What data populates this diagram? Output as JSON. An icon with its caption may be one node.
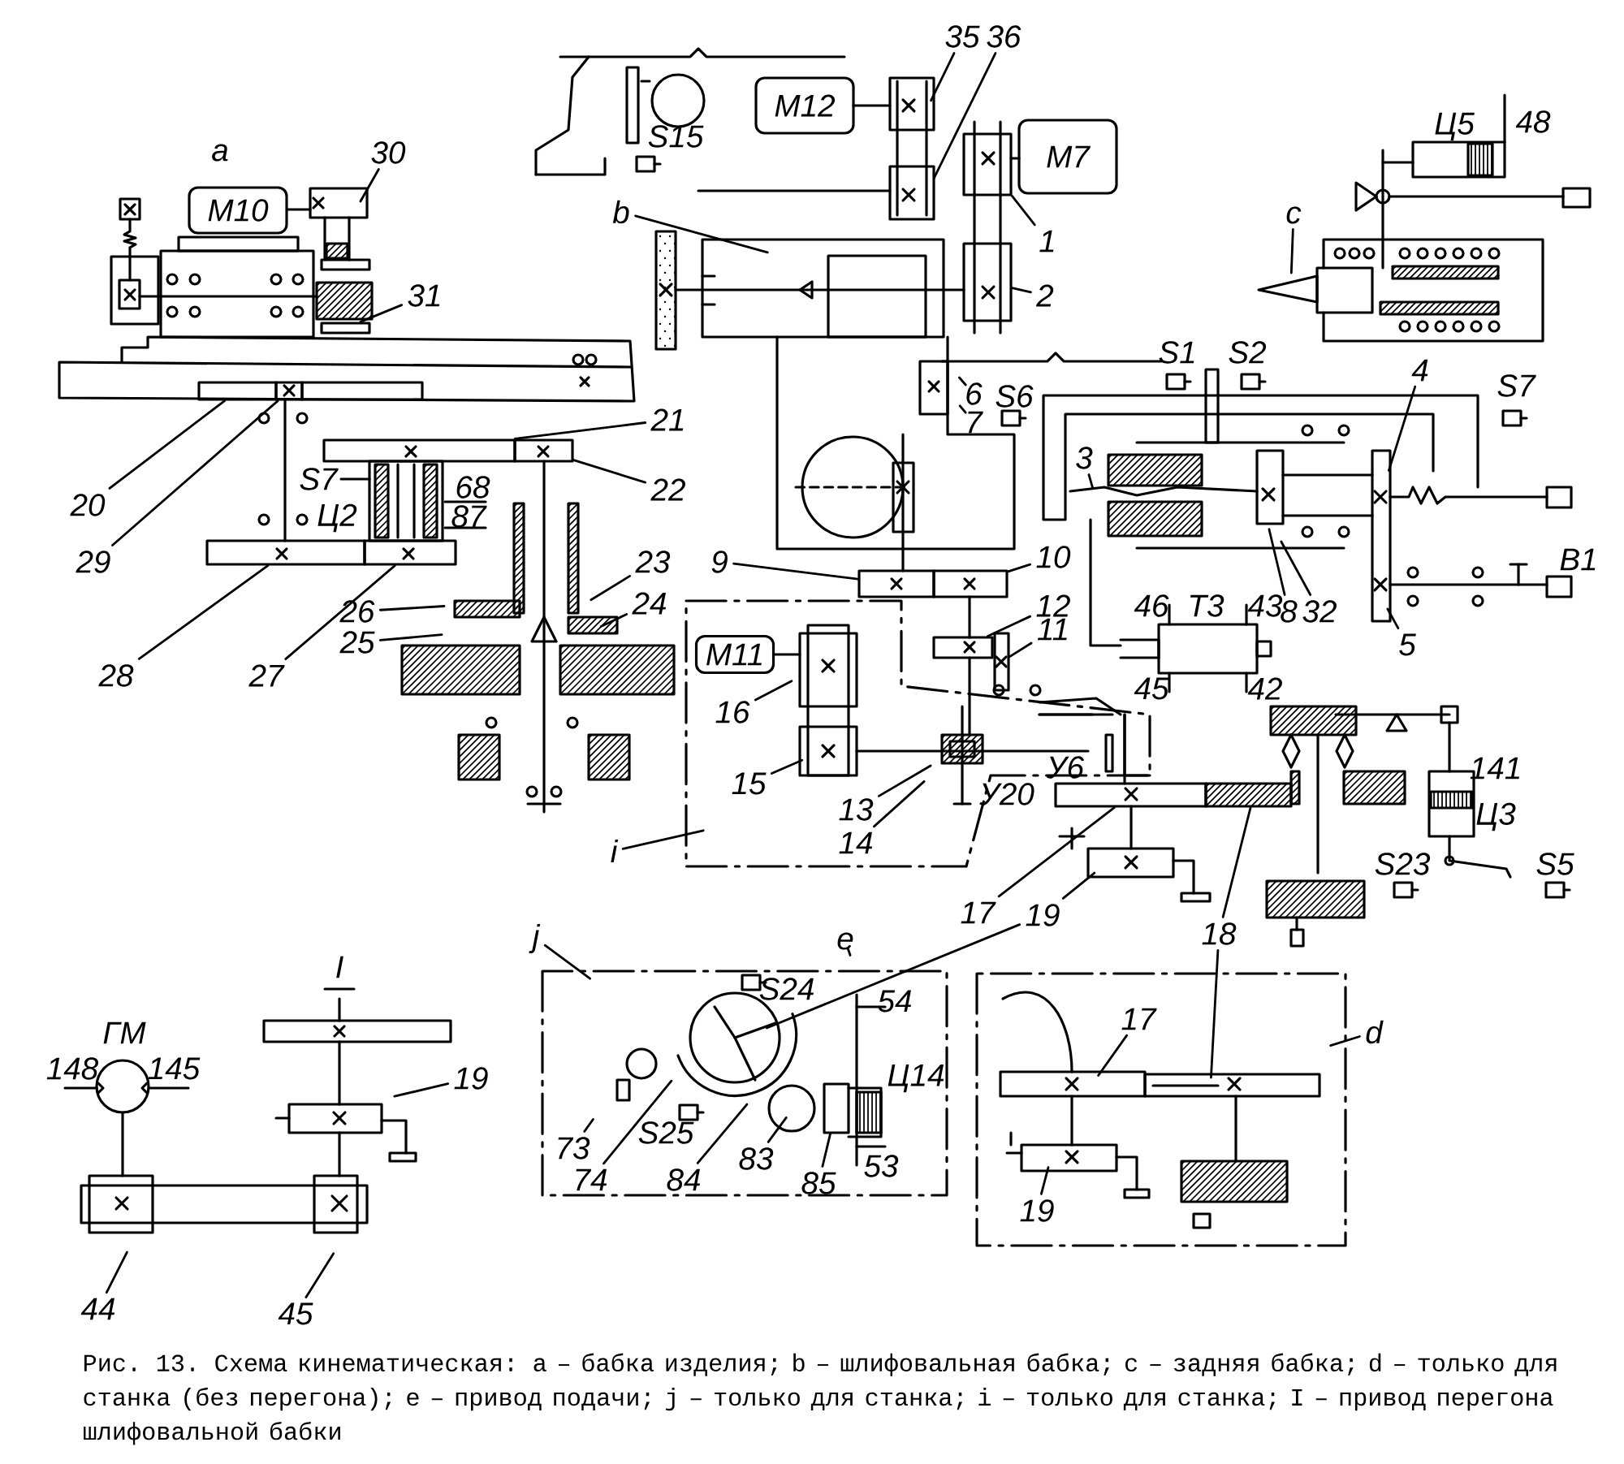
{
  "diagram": {
    "caption": "Рис. 13. Схема кинематическая: a – бабка изделия; b – шлифовальная бабка; c – задняя бабка; d – только для станка (без перегона); e – привод подачи; j – только для станка; i – только для станка; I – привод перегона шлифовальной бабки",
    "nodes": [
      {
        "text": [
          "M12"
        ]
      },
      {
        "text": [
          "M7"
        ]
      },
      {
        "text": [
          "M10"
        ],
        "beside": [
          "a"
        ]
      },
      {
        "text": [
          "M11"
        ]
      },
      {
        "text": [
          "T3"
        ]
      },
      {
        "text": [
          "ГМ"
        ]
      },
      {
        "text": [
          "35"
        ]
      },
      {
        "text": [
          "36"
        ]
      },
      {
        "text": [
          "1"
        ]
      },
      {
        "text": [
          "2"
        ]
      },
      {
        "text": [
          "b"
        ]
      },
      {
        "text": [
          "30"
        ]
      },
      {
        "text": [
          "31"
        ]
      },
      {
        "text": [
          "c"
        ]
      },
      {
        "text": [
          "6"
        ]
      },
      {
        "text": [
          "7"
        ]
      },
      {
        "text": [
          "4"
        ]
      },
      {
        "text": [
          "3"
        ]
      },
      {
        "text": [
          "21"
        ]
      },
      {
        "text": [
          "22"
        ]
      },
      {
        "text": [
          "20"
        ]
      },
      {
        "text": [
          "29"
        ]
      },
      {
        "text": [
          "23"
        ]
      },
      {
        "text": [
          "24"
        ]
      },
      {
        "text": [
          "26"
        ]
      },
      {
        "text": [
          "25"
        ]
      },
      {
        "text": [
          "28"
        ]
      },
      {
        "text": [
          "27"
        ]
      },
      {
        "text": [
          "9"
        ]
      },
      {
        "text": [
          "10"
        ]
      },
      {
        "text": [
          "12"
        ]
      },
      {
        "text": [
          "11"
        ]
      },
      {
        "text": [
          "8"
        ]
      },
      {
        "text": [
          "32"
        ]
      },
      {
        "text": [
          "5"
        ]
      },
      {
        "text": [
          "16"
        ]
      },
      {
        "text": [
          "15"
        ]
      },
      {
        "text": [
          "13"
        ]
      },
      {
        "text": [
          "14"
        ]
      },
      {
        "text": [
          "i"
        ]
      },
      {
        "text": [
          "17"
        ]
      },
      {
        "text": [
          "19"
        ]
      },
      {
        "text": [
          "18"
        ]
      },
      {
        "text": [
          "j"
        ]
      },
      {
        "text": [
          "e"
        ]
      },
      {
        "text": [
          "73"
        ]
      },
      {
        "text": [
          "74"
        ]
      },
      {
        "text": [
          "84"
        ]
      },
      {
        "text": [
          "83"
        ]
      },
      {
        "text": [
          "85"
        ]
      },
      {
        "text": [
          "d"
        ]
      },
      {
        "text": [
          "17"
        ]
      },
      {
        "text": [
          "19"
        ]
      },
      {
        "text": [
          "19"
        ]
      },
      {
        "text": [
          "44"
        ]
      },
      {
        "text": [
          "45"
        ]
      },
      {
        "text": [],
        "shape": "box"
      },
      {
        "text": [],
        "shape": "box"
      },
      {
        "text": [],
        "shape": "box"
      },
      {
        "text": [],
        "shape": "box"
      },
      {
        "text": [],
        "shape": "box"
      },
      {
        "text": [],
        "shape": "box"
      },
      {
        "text": [],
        "shape": "box"
      },
      {
        "text": [],
        "shape": "box"
      },
      {
        "text": [],
        "shape": "box"
      },
      {
        "text": [],
        "shape": "box"
      },
      {
        "text": [],
        "shape": "box"
      },
      {
        "text": [],
        "shape": "box"
      },
      {
        "text": [],
        "shape": "box"
      },
      {
        "text": [],
        "shape": "box"
      },
      {
        "text": [],
        "shape": "box"
      }
    ],
    "edges": [
      {
        "from": 6,
        "to": null,
        "arrow": "none"
      },
      {
        "from": 7,
        "to": null,
        "arrow": "none"
      },
      {
        "from": 8,
        "to": 56,
        "arrow": "none"
      },
      {
        "from": 9,
        "to": 57,
        "arrow": "none"
      },
      {
        "from": 10,
        "to": null,
        "arrow": "none"
      },
      {
        "from": 11,
        "to": null,
        "arrow": "none"
      },
      {
        "from": 12,
        "to": 70,
        "arrow": "none"
      },
      {
        "from": 13,
        "to": null,
        "arrow": "none"
      },
      {
        "from": 14,
        "to": null,
        "arrow": "none"
      },
      {
        "from": 15,
        "to": null,
        "arrow": "none"
      },
      {
        "from": 16,
        "to": null,
        "arrow": "none"
      },
      {
        "from": 17,
        "to": null,
        "arrow": "none"
      },
      {
        "from": 18,
        "to": 58,
        "arrow": "none"
      },
      {
        "from": 19,
        "to": 59,
        "arrow": "none"
      },
      {
        "from": 20,
        "to": 60,
        "arrow": "none"
      },
      {
        "from": 21,
        "to": 61,
        "arrow": "none"
      },
      {
        "from": 22,
        "to": null,
        "arrow": "none"
      },
      {
        "from": 23,
        "to": null,
        "arrow": "none"
      },
      {
        "from": 24,
        "to": null,
        "arrow": "none"
      },
      {
        "from": 25,
        "to": null,
        "arrow": "none"
      },
      {
        "from": 26,
        "to": 62,
        "arrow": "none"
      },
      {
        "from": 27,
        "to": 63,
        "arrow": "none"
      },
      {
        "from": 28,
        "to": 64,
        "arrow": "none"
      },
      {
        "from": 29,
        "to": 65,
        "arrow": "none"
      },
      {
        "from": 30,
        "to": 69,
        "arrow": "none"
      },
      {
        "from": 31,
        "to": 67,
        "arrow": "none"
      },
      {
        "from": 32,
        "to": null,
        "arrow": "none"
      },
      {
        "from": 33,
        "to": null,
        "arrow": "none"
      },
      {
        "from": 34,
        "to": null,
        "arrow": "none"
      },
      {
        "from": 35,
        "to": null,
        "arrow": "none"
      },
      {
        "from": 36,
        "to": null,
        "arrow": "none"
      },
      {
        "from": 37,
        "to": null,
        "arrow": "none"
      },
      {
        "from": 38,
        "to": null,
        "arrow": "none"
      },
      {
        "from": 39,
        "to": null,
        "arrow": "none"
      },
      {
        "from": 40,
        "to": 68,
        "arrow": "none"
      },
      {
        "from": 41,
        "to": null,
        "arrow": "none"
      },
      {
        "from": 41,
        "to": null,
        "arrow": "none"
      },
      {
        "from": 42,
        "to": null,
        "arrow": "none"
      },
      {
        "from": 42,
        "to": null,
        "arrow": "none"
      },
      {
        "from": 43,
        "to": null,
        "arrow": "none"
      },
      {
        "from": 44,
        "to": null,
        "arrow": "none"
      },
      {
        "from": 45,
        "to": null,
        "arrow": "none"
      },
      {
        "from": 46,
        "to": null,
        "arrow": "none"
      },
      {
        "from": 47,
        "to": null,
        "arrow": "none"
      },
      {
        "from": 48,
        "to": null,
        "arrow": "none"
      },
      {
        "from": 49,
        "to": 66,
        "arrow": "none"
      },
      {
        "from": 50,
        "to": null,
        "arrow": "none"
      },
      {
        "from": 51,
        "to": null,
        "arrow": "none"
      },
      {
        "from": 52,
        "to": null,
        "arrow": "none"
      },
      {
        "from": 53,
        "to": null,
        "arrow": "none"
      },
      {
        "from": 54,
        "to": null,
        "arrow": "none"
      },
      {
        "from": 55,
        "to": null,
        "arrow": "none"
      }
    ],
    "labels": [
      "S15",
      "S7",
      "Ц2",
      "68",
      "87",
      "Ц5",
      "48",
      "S1",
      "S2",
      "S6",
      "S7",
      "46",
      "43",
      "45",
      "42",
      "B1",
      "У20",
      "У6",
      "141",
      "Ц3",
      "S23",
      "S5",
      "S24",
      "54",
      "Ц14",
      "S25",
      "53",
      "I",
      "148",
      "145"
    ]
  }
}
